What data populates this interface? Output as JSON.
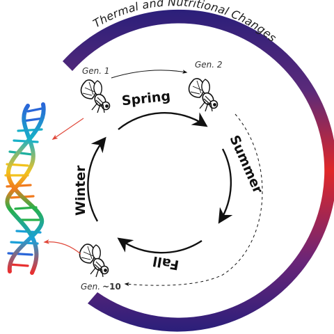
{
  "title": "Thermal and Nutritional Changes",
  "seasons": {
    "spring": "Spring",
    "summer": "Summer",
    "fall": "Fall",
    "winter": "Winter"
  },
  "generations": {
    "gen1": "Gen. 1",
    "gen2": "Gen. 2",
    "gen10_prefix": "Gen.",
    "gen10_num": "~10"
  },
  "colors": {
    "band_cool": "#2b1f7a",
    "band_mid": "#8a2a6e",
    "band_hot": "#e02828",
    "red_arrow": "#e0483a",
    "cycle": "#111111"
  },
  "icons": [
    "fly-icon",
    "dna-helix-icon"
  ]
}
